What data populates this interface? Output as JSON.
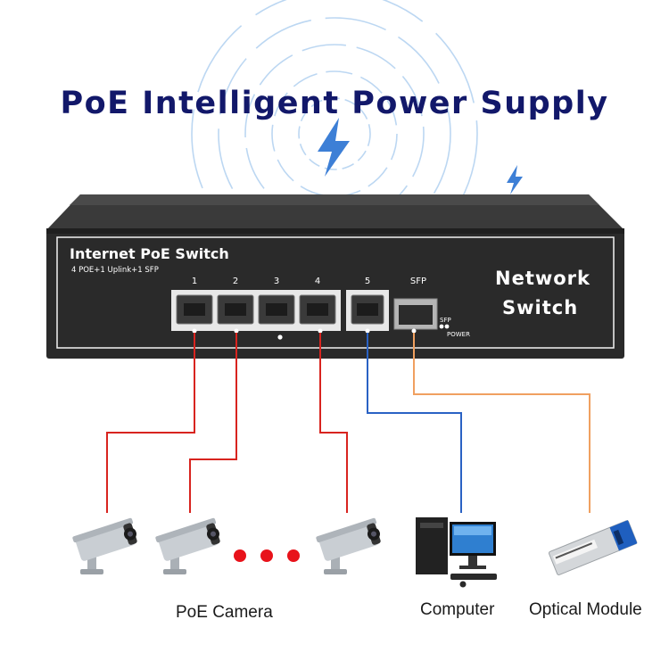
{
  "headline": "PoE Intelligent Power Supply",
  "switch": {
    "title": "Internet PoE Switch",
    "subtitle": "4 POE+1 Uplink+1 SFP",
    "name_line1": "Network",
    "name_line2": "Switch",
    "port_labels": [
      "1",
      "2",
      "3",
      "4",
      "5"
    ],
    "sfp_label": "SFP",
    "sfp_led_label": "SFP",
    "power_label": "POWER"
  },
  "devices": {
    "camera_caption": "PoE Camera",
    "computer_caption": "Computer",
    "optical_caption": "Optical Module"
  },
  "colors": {
    "headline": "#12186a",
    "poe_cable": "#d8241f",
    "uplink_cable": "#2a62c4",
    "sfp_cable": "#f0a060",
    "switch_body": "#2a2a2a",
    "dots": "#e8121a"
  },
  "icons": [
    "signal-waves-icon",
    "lightning-icon",
    "cctv-camera-icon",
    "desktop-computer-icon",
    "sfp-module-icon"
  ]
}
